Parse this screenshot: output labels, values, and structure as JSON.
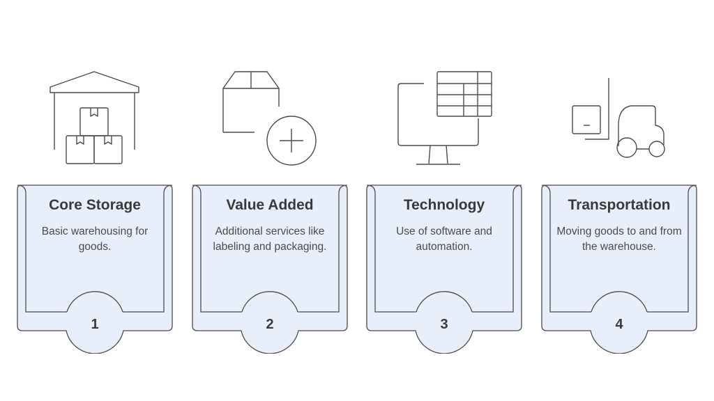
{
  "colors": {
    "card_fill": "#e9eefb",
    "stroke": "#4a4a4a",
    "text": "#3a3a3a"
  },
  "steps": [
    {
      "number": "1",
      "title": "Core Storage",
      "description": "Basic warehousing for goods.",
      "icon": "warehouse-icon"
    },
    {
      "number": "2",
      "title": "Value Added",
      "description": "Additional services like labeling and packaging.",
      "icon": "box-plus-icon"
    },
    {
      "number": "3",
      "title": "Technology",
      "description": "Use of software and automation.",
      "icon": "computer-spreadsheet-icon"
    },
    {
      "number": "4",
      "title": "Transportation",
      "description": "Moving goods to and from the warehouse.",
      "icon": "forklift-icon"
    }
  ]
}
